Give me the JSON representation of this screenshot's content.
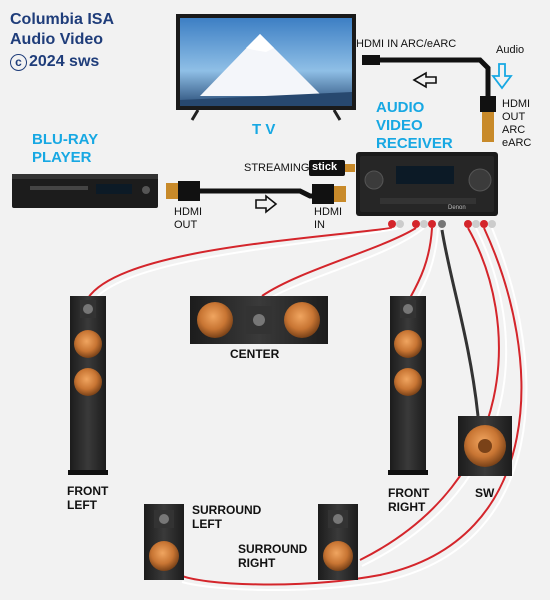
{
  "title": {
    "line1": "Columbia ISA",
    "line2": "Audio Video",
    "copyright_symbol": "c",
    "line3": "2024 sws"
  },
  "tv": {
    "label": "T V"
  },
  "receiver": {
    "label_line1": "AUDIO",
    "label_line2": "VIDEO",
    "label_line3": "RECEIVER",
    "brand": "Denon"
  },
  "bluray": {
    "label_line1": "BLU-RAY",
    "label_line2": "PLAYER"
  },
  "hdmi_arc": {
    "label": "HDMI IN ARC/eARC"
  },
  "audio": {
    "label": "Audio"
  },
  "hdmi_out_arc": {
    "line1": "HDMI",
    "line2": "OUT",
    "line3": "ARC",
    "line4": "eARC"
  },
  "streaming": {
    "label": "STREAMING",
    "stick": "stick"
  },
  "hdmi_out": {
    "line1": "HDMI",
    "line2": "OUT"
  },
  "hdmi_in": {
    "line1": "HDMI",
    "line2": "IN"
  },
  "speakers": {
    "center": "CENTER",
    "front_left_1": "FRONT",
    "front_left_2": "LEFT",
    "front_right_1": "FRONT",
    "front_right_2": "RIGHT",
    "subwoofer": "SW",
    "surround_left_1": "SURROUND",
    "surround_left_2": "LEFT",
    "surround_right_1": "SURROUND",
    "surround_right_2": "RIGHT"
  },
  "colors": {
    "accent_blue": "#17a8e3",
    "title_navy": "#1f3d7a",
    "wire_red": "#d4252b",
    "wire_dark": "#333333",
    "cone_copper": "#c87533"
  }
}
